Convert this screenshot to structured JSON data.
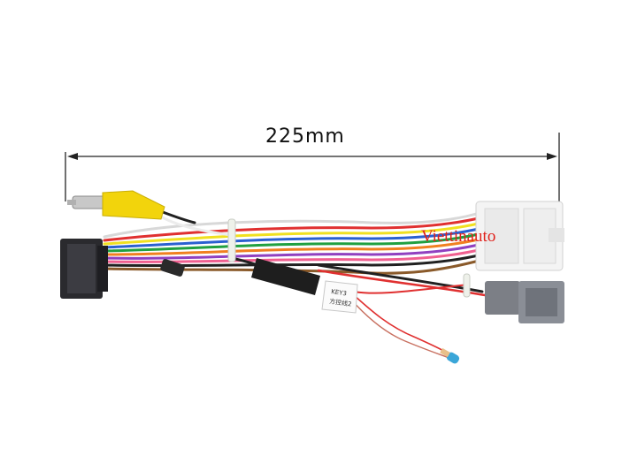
{
  "dimension": {
    "label": "225mm"
  },
  "watermark": {
    "text": "Viettinauto"
  },
  "connector_labels": {
    "key_tag_line1": "KEY3",
    "key_tag_line2": "方控线2"
  },
  "colors": {
    "background": "#ffffff",
    "rca_plug": "#f2d40c",
    "connector_white": "#f4f4f4",
    "connector_black": "#2a2a2e",
    "connector_grey": "#7c7f86",
    "watermark": "#e0201a"
  }
}
